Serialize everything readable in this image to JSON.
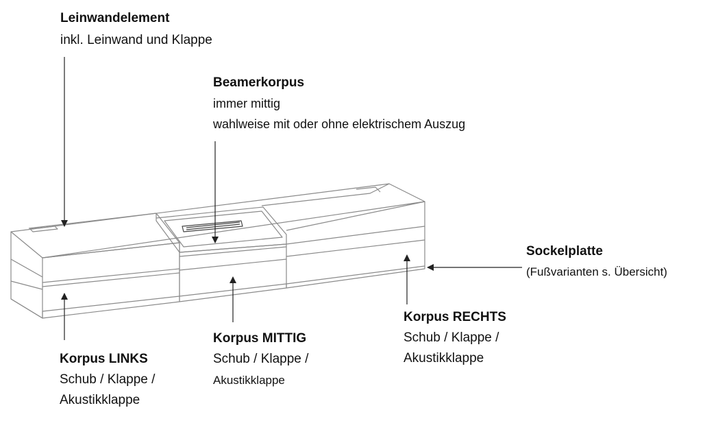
{
  "labels": {
    "leinwandelement": {
      "title": "Leinwandelement",
      "lines": [
        "inkl. Leinwand und Klappe"
      ]
    },
    "beamerkorpus": {
      "title": "Beamerkorpus",
      "lines": [
        "immer mittig",
        "wahlweise mit oder ohne elektrischem Auszug"
      ]
    },
    "sockelplatte": {
      "title": "Sockelplatte",
      "lines": [
        "(Fußvarianten s. Übersicht)"
      ]
    },
    "korpus_rechts": {
      "title": "Korpus RECHTS",
      "lines": [
        "Schub / Klappe /",
        "Akustikklappe"
      ]
    },
    "korpus_mittig": {
      "title": "Korpus MITTIG",
      "lines": [
        "Schub / Klappe /",
        "Akustikklappe"
      ]
    },
    "korpus_links": {
      "title": "Korpus LINKS",
      "lines": [
        "Schub / Klappe /",
        "Akustikklappe"
      ]
    }
  },
  "colors": {
    "line": "#888888",
    "arrow": "#222222",
    "text": "#111111"
  }
}
